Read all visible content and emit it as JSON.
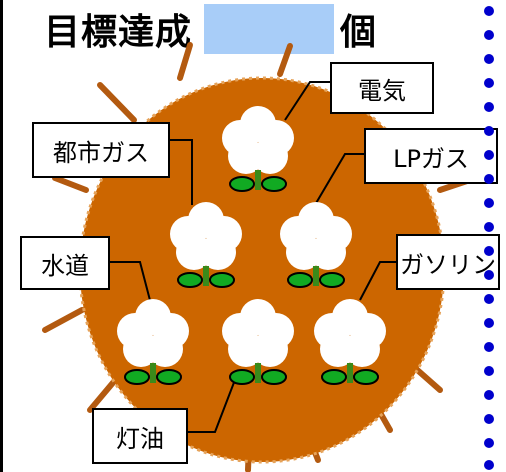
{
  "header": {
    "title": "目標達成",
    "unit": "個"
  },
  "labels": {
    "electricity": "電気",
    "city_gas": "都市ガス",
    "lp_gas": "LPガス",
    "water": "水道",
    "gasoline": "ガソリン",
    "kerosene": "灯油"
  },
  "colors": {
    "ground": "#cc6600",
    "goal_box": "#a8cdf8",
    "stem": "#3a8a1a",
    "leaf": "#11aa22",
    "dot": "#0000cc"
  }
}
